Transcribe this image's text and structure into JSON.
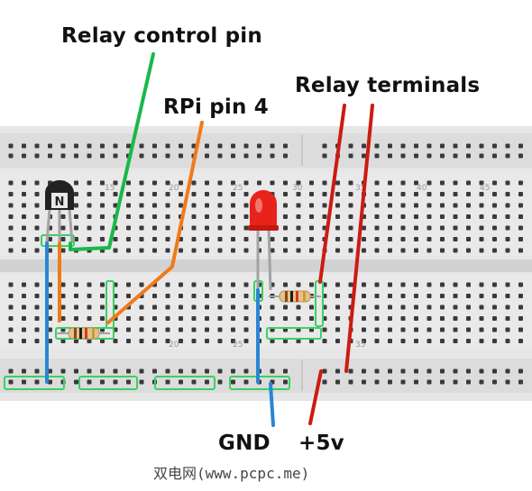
{
  "labels": {
    "relay_control_pin": "Relay control pin",
    "rpi_pin": "RPi pin 4",
    "relay_terminals": "Relay terminals",
    "gnd": "GND",
    "plus_5v": "+5v"
  },
  "breadboard": {
    "column_numbers": [
      "15",
      "20",
      "25",
      "30",
      "35",
      "40",
      "45"
    ],
    "board_color": "#e6e6e6",
    "hole_color": "#3a3a3a"
  },
  "components": {
    "transistor_marking": "N",
    "led_color": "#e8231c"
  },
  "wire_colors": {
    "green": "#19b84a",
    "orange": "#f07a1a",
    "red": "#cc1b12",
    "blue": "#2a86d4",
    "gray": "#a3a3a3"
  },
  "watermark": "双电网(www.pcpc.me)"
}
